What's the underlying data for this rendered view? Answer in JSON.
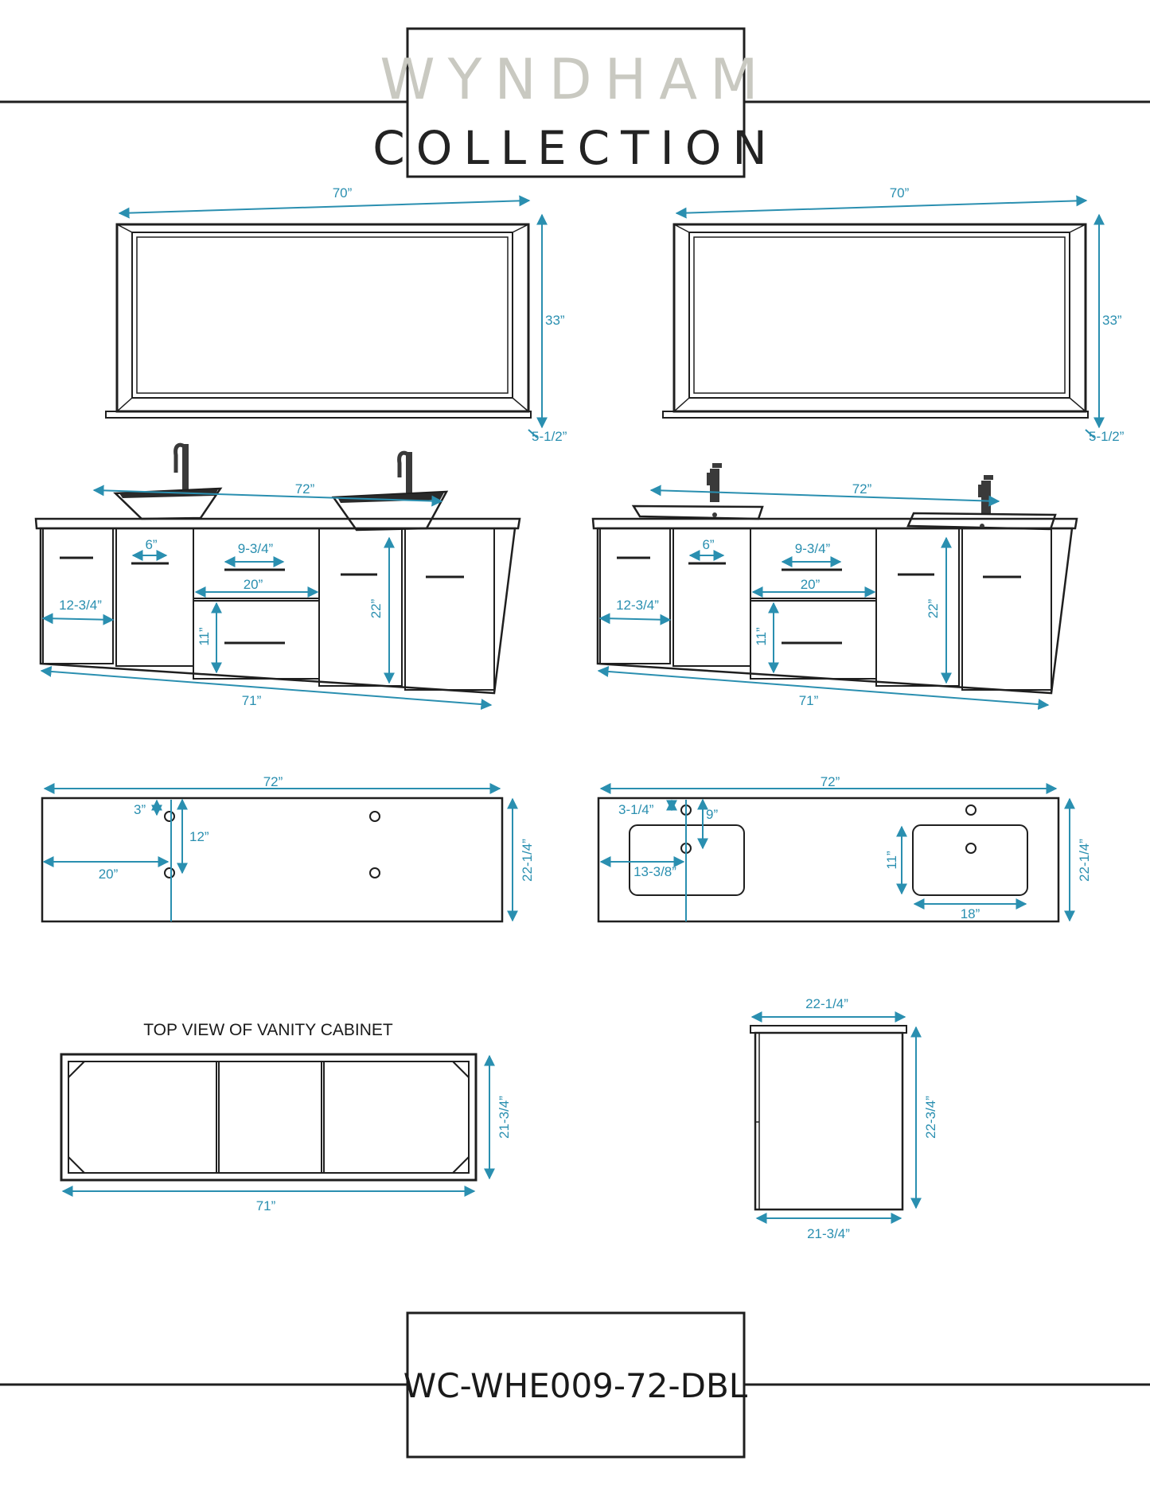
{
  "header": {
    "brand_line1": "WYNDHAM",
    "brand_line2": "COLLECTION"
  },
  "footer": {
    "model_number": "WC-WHE009-72-DBL"
  },
  "colors": {
    "dimension": "#2a8fb0",
    "outline": "#1f1f1f",
    "brand_light": "#c9c9c1"
  },
  "left_elevation": {
    "mirror_width": "70”",
    "mirror_height": "33”",
    "shelf_depth": "5-1/2”",
    "counter_width": "72”",
    "door_width": "6”",
    "drawer_width": "9-3/4”",
    "center_width": "20”",
    "side_width": "12-3/4”",
    "drawer_height": "11”",
    "cabinet_height": "22”",
    "cabinet_width": "71”"
  },
  "right_elevation": {
    "mirror_width": "70”",
    "mirror_height": "33”",
    "shelf_depth": "5-1/2”",
    "counter_width": "72”",
    "door_width": "6”",
    "drawer_width": "9-3/4”",
    "center_width": "20”",
    "side_width": "12-3/4”",
    "drawer_height": "11”",
    "cabinet_height": "22”",
    "cabinet_width": "71”"
  },
  "left_top_plan": {
    "width": "72”",
    "edge_offset": "3”",
    "hole_spacing": "12”",
    "side_offset": "20”",
    "depth": "22-1/4”"
  },
  "right_top_plan": {
    "width": "72”",
    "edge_offset": "3-1/4”",
    "faucet_offset": "9”",
    "side_offset": "13-3/8”",
    "sink_depth": "11”",
    "sink_width": "18”",
    "depth": "22-1/4”"
  },
  "cabinet_top_view": {
    "title": "TOP VIEW OF VANITY CABINET",
    "depth": "21-3/4”",
    "width": "71”"
  },
  "side_view": {
    "top_depth": "22-1/4”",
    "height": "22-3/4”",
    "bottom_depth": "21-3/4”"
  }
}
